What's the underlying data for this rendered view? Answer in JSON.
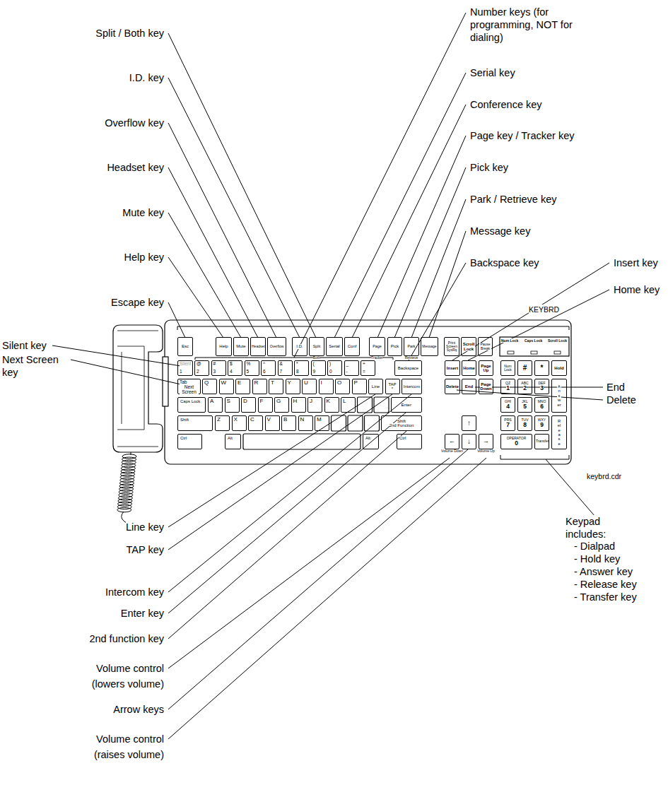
{
  "diagram": {
    "nodes": [
      {
        "text": [
          "Esc"
        ]
      },
      {
        "text": [
          "Help"
        ]
      },
      {
        "text": [
          "Mute"
        ]
      },
      {
        "text": [
          "Headset"
        ]
      },
      {
        "text": [
          "Overflow"
        ]
      },
      {
        "text": [
          "I.D."
        ]
      },
      {
        "text": [
          "Split",
          "Both"
        ]
      },
      {
        "text": [
          "Serial"
        ]
      },
      {
        "text": [
          "Conf"
        ]
      },
      {
        "text": [
          "Page",
          "Tracker"
        ]
      },
      {
        "text": [
          "Pick"
        ]
      },
      {
        "text": [
          "Park",
          "Retrieve"
        ]
      },
      {
        "text": [
          "Message"
        ]
      },
      {
        "text": [
          "Print Screen SysRq"
        ]
      },
      {
        "text": [
          "Scroll Lock"
        ]
      },
      {
        "text": [
          "Pause Break"
        ]
      },
      {
        "text": [
          "Silent",
          "1"
        ]
      },
      {
        "text": [
          "@",
          "2"
        ]
      },
      {
        "text": [
          "#",
          "3"
        ]
      },
      {
        "text": [
          "$",
          "4"
        ]
      },
      {
        "text": [
          "%",
          "5"
        ]
      },
      {
        "text": [
          "^",
          "6"
        ]
      },
      {
        "text": [
          "&",
          "7"
        ]
      },
      {
        "text": [
          "*",
          "8"
        ]
      },
      {
        "text": [
          "(",
          "9"
        ]
      },
      {
        "text": [
          ")",
          "0"
        ]
      },
      {
        "text": [
          "_",
          "-"
        ]
      },
      {
        "text": [
          "+",
          "="
        ]
      },
      {
        "text": [
          "Backspace"
        ]
      },
      {
        "text": [
          "Tab",
          "Next Screen"
        ]
      },
      {
        "text": [
          "Q"
        ]
      },
      {
        "text": [
          "W"
        ]
      },
      {
        "text": [
          "E"
        ]
      },
      {
        "text": [
          "R"
        ]
      },
      {
        "text": [
          "T"
        ]
      },
      {
        "text": [
          "Y"
        ]
      },
      {
        "text": [
          "U"
        ]
      },
      {
        "text": [
          "I"
        ]
      },
      {
        "text": [
          "O"
        ]
      },
      {
        "text": [
          "P"
        ]
      },
      {
        "text": [
          "Line"
        ]
      },
      {
        "text": [
          "TAP",
          "*"
        ]
      },
      {
        "text": [
          "Intercom"
        ]
      },
      {
        "text": [
          "Caps Lock"
        ]
      },
      {
        "text": [
          "A"
        ]
      },
      {
        "text": [
          "S"
        ]
      },
      {
        "text": [
          "D"
        ]
      },
      {
        "text": [
          "F"
        ]
      },
      {
        "text": [
          "G"
        ]
      },
      {
        "text": [
          "H"
        ]
      },
      {
        "text": [
          "J"
        ]
      },
      {
        "text": [
          "K"
        ]
      },
      {
        "text": [
          "L"
        ]
      },
      {
        "text": [
          "Enter"
        ]
      },
      {
        "text": [
          "Shift"
        ]
      },
      {
        "text": [
          "Z"
        ]
      },
      {
        "text": [
          "X"
        ]
      },
      {
        "text": [
          "C"
        ]
      },
      {
        "text": [
          "V"
        ]
      },
      {
        "text": [
          "B"
        ]
      },
      {
        "text": [
          "N"
        ]
      },
      {
        "text": [
          "M"
        ]
      },
      {
        "text": [
          "Shift",
          "2nd Function"
        ]
      },
      {
        "text": [
          "Ctrl"
        ]
      },
      {
        "text": [
          "Alt"
        ]
      },
      {
        "text": [
          "Alt"
        ]
      },
      {
        "text": [
          "Ctrl"
        ]
      },
      {
        "text": [
          "Insert"
        ]
      },
      {
        "text": [
          "Home"
        ]
      },
      {
        "text": [
          "Page Up"
        ]
      },
      {
        "text": [
          "Delete"
        ]
      },
      {
        "text": [
          "End"
        ]
      },
      {
        "text": [
          "Page Down"
        ]
      },
      {
        "text": [
          "↑"
        ]
      },
      {
        "text": [
          "←",
          "Volume Down"
        ]
      },
      {
        "text": [
          "↓"
        ]
      },
      {
        "text": [
          "→",
          "Volume Up"
        ]
      },
      {
        "text": [
          "Num Lock"
        ]
      },
      {
        "text": [
          "#"
        ]
      },
      {
        "text": [
          "*"
        ]
      },
      {
        "text": [
          "Hold"
        ]
      },
      {
        "text": [
          "QZ",
          "1"
        ]
      },
      {
        "text": [
          "ABC",
          "2"
        ]
      },
      {
        "text": [
          "DEF",
          "3"
        ]
      },
      {
        "text": [
          "Answer"
        ]
      },
      {
        "text": [
          "GHI",
          "4"
        ]
      },
      {
        "text": [
          "JKL",
          "5"
        ]
      },
      {
        "text": [
          "MNO",
          "6"
        ]
      },
      {
        "text": [
          "PRS",
          "7"
        ]
      },
      {
        "text": [
          "TUV",
          "8"
        ]
      },
      {
        "text": [
          "WXY",
          "9"
        ]
      },
      {
        "text": [
          "Release"
        ]
      },
      {
        "text": [
          "OPERATOR",
          "0"
        ]
      },
      {
        "text": [
          "Transfer"
        ]
      }
    ],
    "labels": [
      "Number keys (for programming, NOT for dialing)",
      "Split / Both key",
      "Serial key",
      "I.D. key",
      "Conference key",
      "Overflow key",
      "Page key / Tracker key",
      "Pick key",
      "Headset key",
      "Park / Retrieve key",
      "Mute key",
      "Message key",
      "Help key",
      "Backspace key",
      "Insert key",
      "Home key",
      "Escape key",
      "KEYBRD",
      "Num Lock",
      "Caps Lock",
      "Scroll Lock",
      "Silent key",
      "Next Screen key",
      "End",
      "Delete",
      "keybrd.cdr",
      "Keypad includes:",
      "Line key",
      "- Dialpad",
      "TAP key",
      "- Hold key",
      "- Answer key",
      "- Release key",
      "Intercom key",
      "- Transfer key",
      "Enter key",
      "2nd function key",
      "Volume control (lowers volume)",
      "Arrow keys",
      "Volume control (raises volume)"
    ]
  }
}
